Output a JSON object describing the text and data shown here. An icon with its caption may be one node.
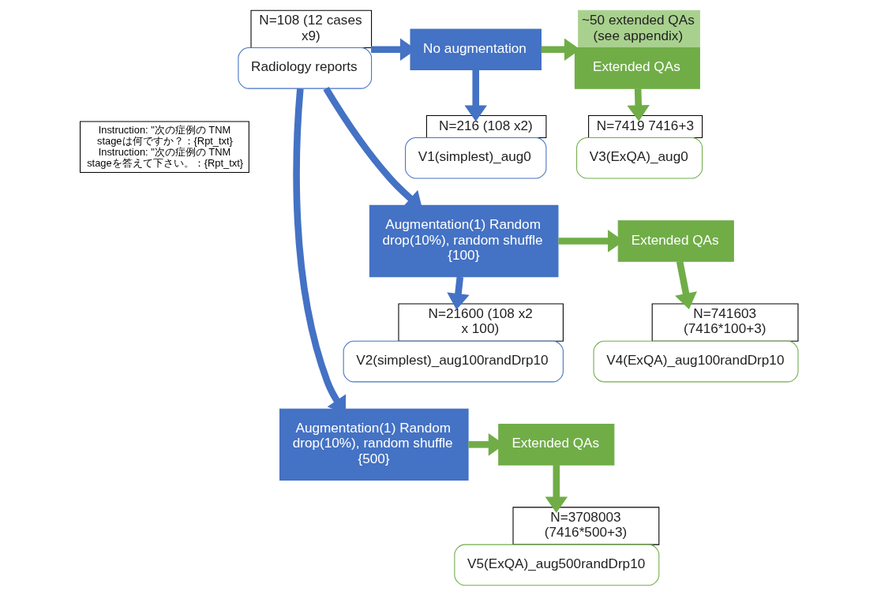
{
  "diagram": {
    "nodes": [
      {
        "text": [
          "Radiology reports"
        ],
        "beside": [
          "N=108 (12 cases x9)"
        ]
      },
      {
        "text": [
          "No augmentation"
        ]
      },
      {
        "text": [
          "Extended QAs"
        ],
        "beside": [
          "~50 extended QAs (see appendix)"
        ]
      },
      {
        "text": [
          "V1(simplest)_aug0"
        ],
        "beside": [
          "N=216 (108 x2)"
        ]
      },
      {
        "text": [
          "V3(ExQA)_aug0"
        ],
        "beside": [
          "N=7419 7416+3"
        ]
      },
      {
        "text": [
          "Augmentation(1) Random drop(10%), random shuffle {100}"
        ]
      },
      {
        "text": [
          "Extended QAs"
        ]
      },
      {
        "text": [
          "V2(simplest)_aug100randDrp10"
        ],
        "beside": [
          "N=21600 (108 x2 x 100)"
        ]
      },
      {
        "text": [
          "V4(ExQA)_aug100randDrp10"
        ],
        "beside": [
          "N=741603 (7416*100+3)"
        ]
      },
      {
        "text": [
          "Augmentation(1) Random drop(10%), random shuffle {500}"
        ]
      },
      {
        "text": [
          "Extended QAs"
        ]
      },
      {
        "text": [
          "V5(ExQA)_aug500randDrp10"
        ],
        "beside": [
          "N=3708003 (7416*500+3)"
        ]
      }
    ],
    "edges": [
      {
        "from": 0,
        "to": 1,
        "arrow": "to",
        "color": "#4472c4"
      },
      {
        "from": 1,
        "to": 2,
        "arrow": "to",
        "color": "#70ad47"
      },
      {
        "from": 1,
        "to": 3,
        "arrow": "to",
        "color": "#4472c4"
      },
      {
        "from": 2,
        "to": 4,
        "arrow": "to",
        "color": "#70ad47"
      },
      {
        "from": 0,
        "to": 5,
        "arrow": "to",
        "color": "#4472c4"
      },
      {
        "from": 5,
        "to": 6,
        "arrow": "to",
        "color": "#70ad47"
      },
      {
        "from": 5,
        "to": 7,
        "arrow": "to",
        "color": "#4472c4"
      },
      {
        "from": 6,
        "to": 8,
        "arrow": "to",
        "color": "#70ad47"
      },
      {
        "from": 0,
        "to": 9,
        "arrow": "to",
        "color": "#4472c4"
      },
      {
        "from": 9,
        "to": 10,
        "arrow": "to",
        "color": "#70ad47"
      },
      {
        "from": 10,
        "to": 11,
        "arrow": "to",
        "color": "#70ad47"
      }
    ],
    "labels": [
      "Instruction: \"次の症例の TNM stageは何ですか？：{Rpt_txt} Instruction: \"次の症例の TNM stageを答えて下さい。：{Rpt_txt}"
    ]
  }
}
